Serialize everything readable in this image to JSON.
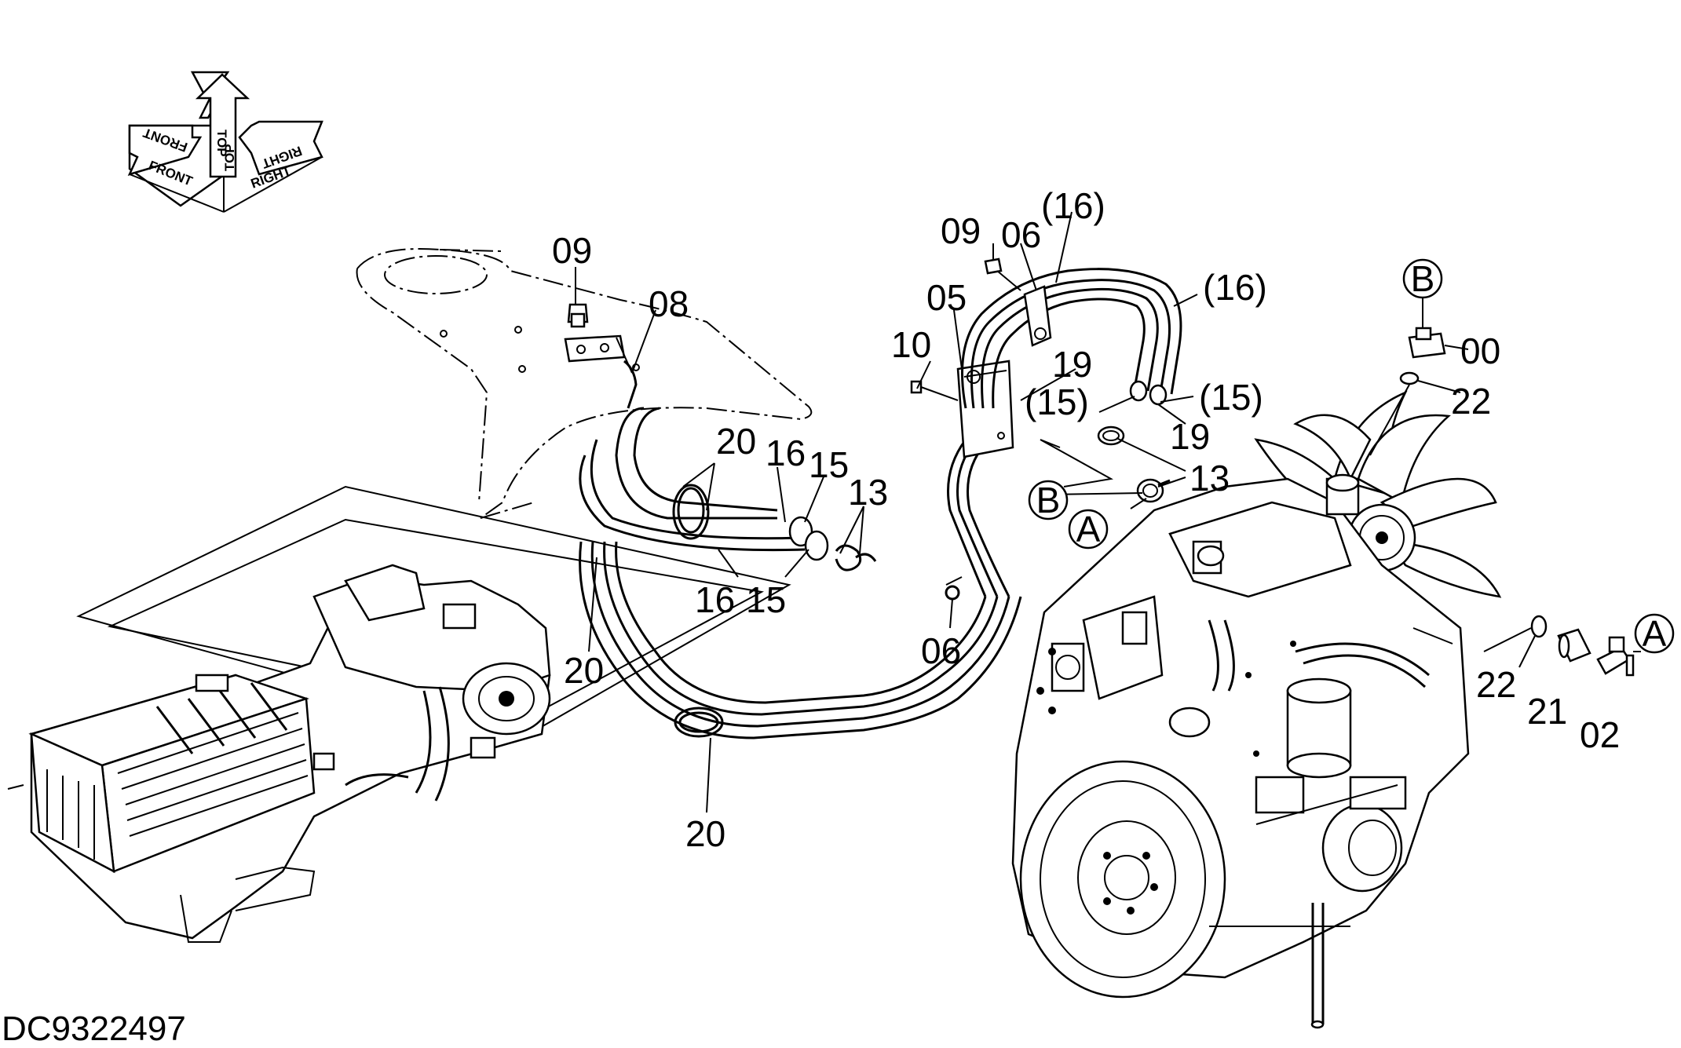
{
  "drawing_number": "DC9322497",
  "orientation": {
    "front": "FRONT",
    "top": "TOP",
    "right": "RIGHT"
  },
  "part_labels": {
    "p09_left": "09",
    "p08": "08",
    "p20_a": "20",
    "p16_a": "16",
    "p15_a": "15",
    "p13_a": "13",
    "p16_b": "16",
    "p15_b": "15",
    "p20_b": "20",
    "p20_c": "20",
    "p09_right": "09",
    "p06_a": "06",
    "p16_paren_a": "(16)",
    "p16_paren_b": "(16)",
    "p05": "05",
    "p10": "10",
    "p19_a": "19",
    "p15_paren_a": "(15)",
    "p15_paren_b": "(15)",
    "p19_b": "19",
    "p13_b": "13",
    "p06_b": "06",
    "p00": "00",
    "p22_a": "22",
    "p22_b": "22",
    "p21": "21",
    "p02": "02"
  },
  "callouts": {
    "a_left": "A",
    "b_left": "B",
    "b_top": "B",
    "a_right": "A"
  }
}
